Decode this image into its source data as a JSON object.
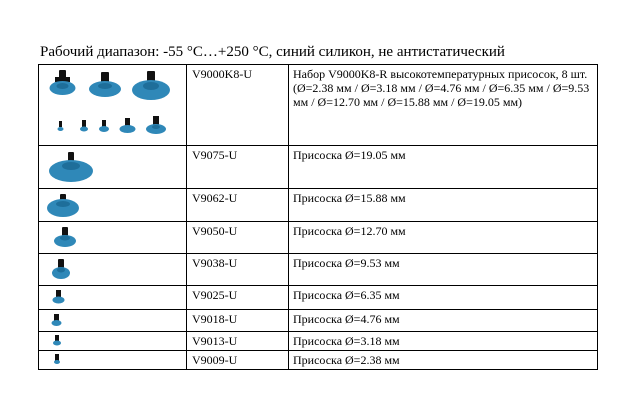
{
  "heading": "Рабочий диапазон: -55 °C…+250 °C, синий силикон, не антистатический",
  "colors": {
    "cup": "#2f88b8",
    "cup_dark": "#1e6e9a",
    "stem": "#111111"
  },
  "rows": [
    {
      "code": "V9000K8-U",
      "description": "Набор V9000K8-R высокотемпературных присосок, 8 шт. (Ø=2.38 мм / Ø=3.18 мм / Ø=4.76 мм / Ø=6.35 мм / Ø=9.53 мм / Ø=12.70 мм / Ø=15.88 мм / Ø=19.05 мм)",
      "image": "suction-cup-set-icon"
    },
    {
      "code": "V9075-U",
      "description": "Присоска Ø=19.05 мм",
      "image": "suction-cup-icon"
    },
    {
      "code": "V9062-U",
      "description": "Присоска Ø=15.88 мм",
      "image": "suction-cup-icon"
    },
    {
      "code": "V9050-U",
      "description": "Присоска Ø=12.70 мм",
      "image": "suction-cup-icon"
    },
    {
      "code": "V9038-U",
      "description": "Присоска Ø=9.53 мм",
      "image": "suction-cup-icon"
    },
    {
      "code": "V9025-U",
      "description": "Присоска Ø=6.35 мм",
      "image": "suction-cup-icon"
    },
    {
      "code": "V9018-U",
      "description": "Присоска Ø=4.76 мм",
      "image": "suction-cup-icon"
    },
    {
      "code": "V9013-U",
      "description": "Присоска Ø=3.18 мм",
      "image": "suction-cup-icon"
    },
    {
      "code": "V9009-U",
      "description": "Присоска Ø=2.38 мм",
      "image": "suction-cup-icon"
    }
  ]
}
